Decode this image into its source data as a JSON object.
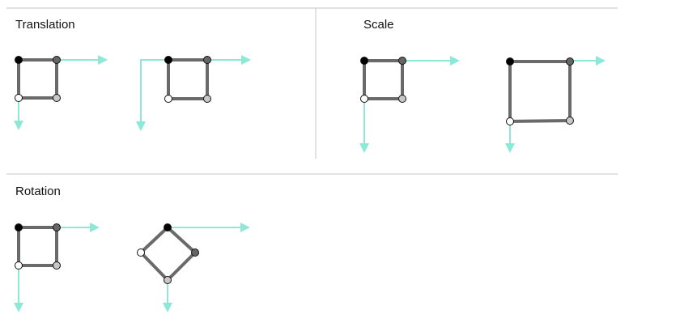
{
  "sections": {
    "translation": {
      "title": "Translation"
    },
    "scale": {
      "title": "Scale"
    },
    "rotation": {
      "title": "Rotation"
    }
  },
  "colors": {
    "axis": "#8ee8d8",
    "square_stroke": "#6a6a6a",
    "divider": "#c4c4c4",
    "corner_top_left": "#000000",
    "corner_top_right": "#666666",
    "corner_bottom_right": "#c8c8c8",
    "corner_bottom_left": "#ffffff"
  }
}
